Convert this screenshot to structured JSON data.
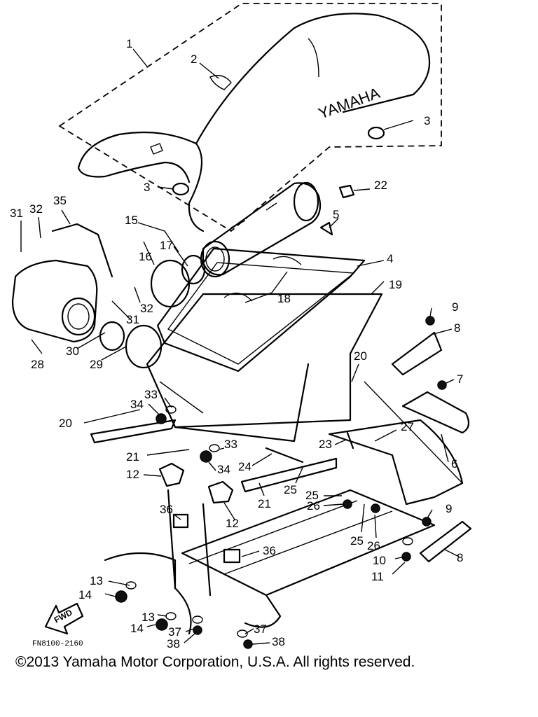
{
  "diagram": {
    "brand_text": "YAMAHA",
    "fwd_label": "FWD",
    "drawing_code": "FN8100-2160",
    "copyright": "©2013 Yamaha Motor Corporation, U.S.A. All rights reserved.",
    "callouts": [
      "1",
      "2",
      "3",
      "3",
      "4",
      "5",
      "6",
      "7",
      "8",
      "8",
      "9",
      "9",
      "10",
      "11",
      "12",
      "12",
      "13",
      "13",
      "14",
      "14",
      "15",
      "16",
      "17",
      "18",
      "19",
      "20",
      "20",
      "21",
      "21",
      "22",
      "23",
      "24",
      "25",
      "25",
      "25",
      "26",
      "26",
      "27",
      "28",
      "29",
      "30",
      "31",
      "31",
      "32",
      "32",
      "33",
      "33",
      "34",
      "34",
      "35",
      "36",
      "36",
      "37",
      "37",
      "38",
      "38"
    ]
  }
}
